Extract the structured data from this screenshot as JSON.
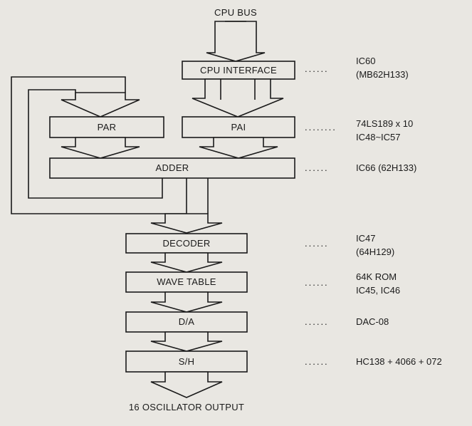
{
  "diagram": {
    "cpu_bus_label": "CPU BUS",
    "blocks": {
      "cpu_interface": "CPU INTERFACE",
      "par": "PAR",
      "pai": "PAI",
      "adder": "ADDER",
      "decoder": "DECODER",
      "wave_table": "WAVE TABLE",
      "da": "D/A",
      "sh": "S/H"
    },
    "output_label": "16 OSCILLATOR OUTPUT",
    "annotations": {
      "cpu_interface": {
        "dots": "......",
        "line1": "IC60",
        "line2": "(MB62H133)"
      },
      "par_pai": {
        "dots": "........",
        "line1": "74LS189 x 10",
        "line2": "IC48~IC57"
      },
      "adder": {
        "dots": "......",
        "line1": "IC66 (62H133)"
      },
      "decoder": {
        "dots": "......",
        "line1": "IC47",
        "line2": "(64H129)"
      },
      "wave_table": {
        "dots": "......",
        "line1": "64K ROM",
        "line2": "IC45, IC46"
      },
      "da": {
        "dots": "......",
        "line1": "DAC-08"
      },
      "sh": {
        "dots": "......",
        "line1": "HC138 + 4066 + 072"
      }
    }
  }
}
